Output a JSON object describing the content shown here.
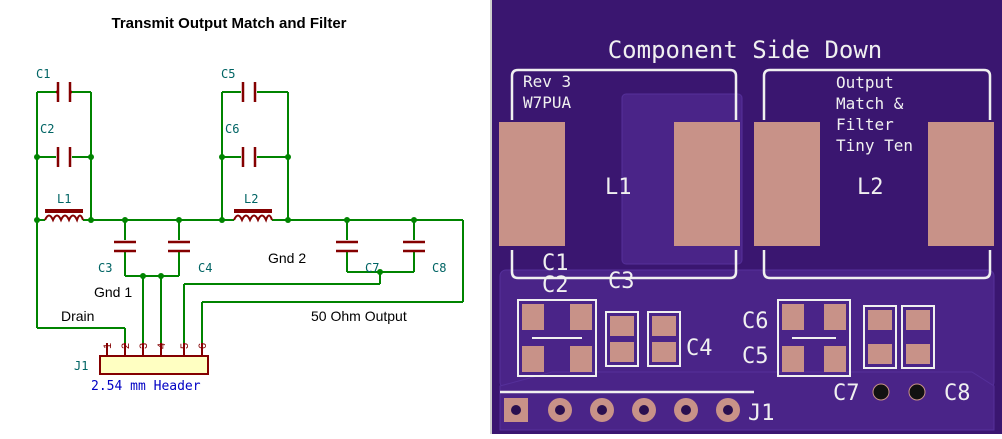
{
  "schematic": {
    "title": "Transmit Output Match and Filter",
    "labels": {
      "gnd1": "Gnd 1",
      "gnd2": "Gnd 2",
      "drain": "Drain",
      "output": "50 Ohm Output",
      "header_ref": "J1",
      "header_desc": "2.54 mm Header"
    },
    "components": {
      "C1": "C1",
      "C2": "C2",
      "C3": "C3",
      "C4": "C4",
      "C5": "C5",
      "C6": "C6",
      "C7": "C7",
      "C8": "C8",
      "L1": "L1",
      "L2": "L2"
    },
    "pins": [
      "1",
      "2",
      "3",
      "4",
      "5",
      "6"
    ],
    "colors": {
      "symbol": "#840000",
      "wire": "#008400",
      "ref": "#006464",
      "net": "#000000",
      "field": "#0000c4"
    }
  },
  "pcb": {
    "title": "Component Side Down",
    "rev_line1": "Rev 3",
    "rev_line2": "W7PUA",
    "desc_line1": "Output",
    "desc_line2": "Match &",
    "desc_line3": "Filter",
    "desc_line4": "Tiny Ten",
    "refs": {
      "L1": "L1",
      "L2": "L2",
      "C1": "C1",
      "C2": "C2",
      "C3": "C3",
      "C4": "C4",
      "C5": "C5",
      "C6": "C6",
      "C7": "C7",
      "C8": "C8",
      "J1": "J1"
    },
    "colors": {
      "board": "#3a1670",
      "copper": "#4a2488",
      "pad": "#c89288",
      "silk": "#f0f0f0"
    }
  }
}
